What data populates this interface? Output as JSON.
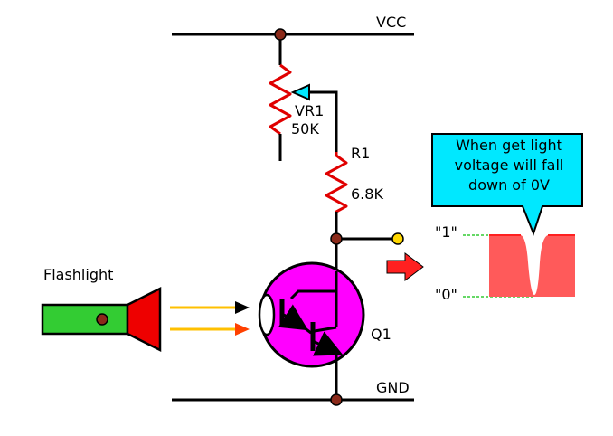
{
  "rails": {
    "vcc": "VCC",
    "gnd": "GND"
  },
  "vr1": {
    "name": "VR1",
    "value": "50K"
  },
  "r1": {
    "name": "R1",
    "value": "6.8K"
  },
  "q1": {
    "name": "Q1"
  },
  "flashlight": {
    "label": "Flashlight"
  },
  "callout": {
    "lines": [
      "When get light",
      "voltage will fall",
      "down of 0V"
    ]
  },
  "levels": {
    "high": "\"1\"",
    "low": "\"0\""
  },
  "colors": {
    "wire": "#000000",
    "junction": "#8b2a1a",
    "resistor": "#e00000",
    "transistor": "#ff00ff",
    "flashlight_body": "#33cc33",
    "flashlight_head": "#ee0000",
    "light_beam": "#ffc000",
    "output_node": "#ffd700",
    "arrow": "#ff0000",
    "waveform": "#ff5a5a",
    "callout_bg": "#00e8ff",
    "level_guides": "#33cc33"
  }
}
